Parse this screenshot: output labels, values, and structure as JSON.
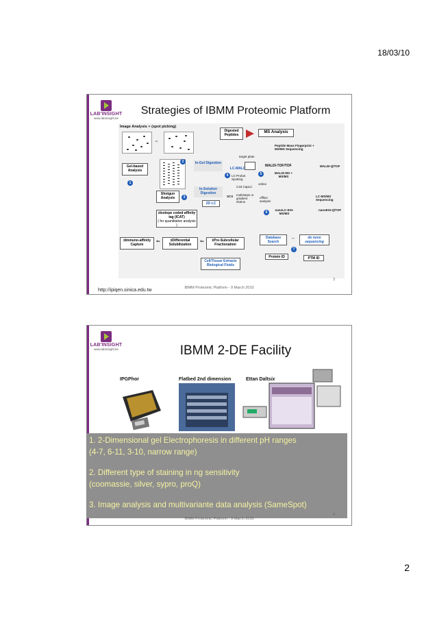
{
  "header": {
    "date": "18/03/10"
  },
  "page_number": "2",
  "logo": {
    "name": "LAB'INSIGHT",
    "url": "www.labinsight.be"
  },
  "slide1": {
    "title": "Strategies of IBMM Proteomic Platform",
    "footer": "IBMM Proteomic Platform - 9 March 2010",
    "number": "3",
    "source_url": "http://ipiqen.sinica.edu.tw",
    "diagram": {
      "image_analysis": "Image Analysis + (spot picking)",
      "gel_based": "Gel-based Analysis",
      "in_gel": "In-Gel Digestion",
      "lc_maldi": "LC-MALDI",
      "lc_probot": "LC-Probot Spotting",
      "in_solution": "In-Solution Digestion",
      "two_d_lc": "2D LC",
      "shotgun": "Shotgun Analysis",
      "icat": "±Isotope coded affinity tag (ICAT)",
      "icat_note": "( for quantitative analysis )",
      "digested": "Digested Peptides",
      "ms_analysis": "MS Analysis",
      "pmf": "Peptide Mass Fingerprint + MS/MS Sequencing",
      "target_plate": "target plate",
      "maldi_toftof": "MALDI-TOF/TOF",
      "maldi_ms": "MALDI MS + MS/MS",
      "maldi_qtof": "MALDI-Q/TOF",
      "online": "online",
      "c18": "C18 CapLC",
      "scx": "SCX",
      "multisteps": "multisteps or gradient elution",
      "offline": "offline analysis",
      "lcmsms": "LC-MS/MS Sequencing",
      "nanolc": "nanoLC-ESI-MS/MS",
      "nanoesi": "nanoESI-Q/TOF",
      "db_search": "Database Search",
      "de_novo": "de novo sequencing",
      "protein_id": "Protein ID",
      "ptm_id": "PTM ID",
      "immuno": "±Immuno-affinity Capture",
      "diff_sol": "±Differential Solubilization",
      "presub": "±Pre-Subcellular Fractionation",
      "cell_tissue": "Cell/Tissue Extracts Biological Fluids",
      "badges": [
        "1",
        "2",
        "3",
        "4",
        "5",
        "6",
        "7"
      ]
    }
  },
  "slide2": {
    "title": "IBMM 2-DE Facility",
    "footer": "IBMM Proteomic Platform - 9 March 2010",
    "number": "4",
    "captions": {
      "ipgphor": "IPGPhor",
      "flatbed": "Flatbed 2nd dimension",
      "ettan": "Ettan Dalt",
      "ettan_italic": "six"
    },
    "lines": [
      "1. 2-Dimensional gel Electrophoresis in different pH ranges",
      "     (4-7, 6-11, 3-10, narrow range)",
      "2. Different type of staining in ng sensitivity",
      "    (coomassie, silver, sypro, proQ)",
      "3. Image analysis and multivariante data analysis (SameSpot)"
    ]
  },
  "colors": {
    "brand_purple": "#7b2b7f",
    "brand_green": "#a4c639",
    "text_yellow": "#f6f3a2",
    "box_gray": "#8f8f8f",
    "accent_blue": "#1c5bb8"
  }
}
